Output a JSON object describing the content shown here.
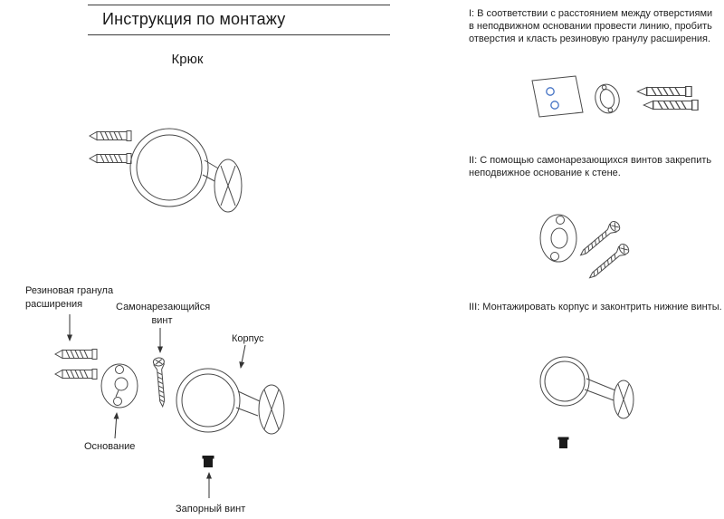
{
  "header": {
    "title": "Инструкция по монтажу",
    "subtitle": "Крюк"
  },
  "exploded": {
    "labels": {
      "granule": "Резиновая гранула расширения",
      "screw": "Самонарезающийся винт",
      "body": "Корпус",
      "base": "Основание",
      "lock_screw": "Запорный винт"
    }
  },
  "steps": [
    {
      "id": "I",
      "text": "I: В соответствии с расстоянием между отверстиями в неподвижном основании провести линию, пробить отверстия и класть резиновую гранулу расширения."
    },
    {
      "id": "II",
      "text": "II: С помощью самонарезающихся винтов закрепить неподвижное основание к стене."
    },
    {
      "id": "III",
      "text": "III: Монтажировать корпус и законтрить нижние винты."
    }
  ],
  "colors": {
    "line": "#4a4a4a",
    "arrow": "#333333",
    "accent_blue": "#4472c4",
    "text": "#1a1a1a"
  }
}
